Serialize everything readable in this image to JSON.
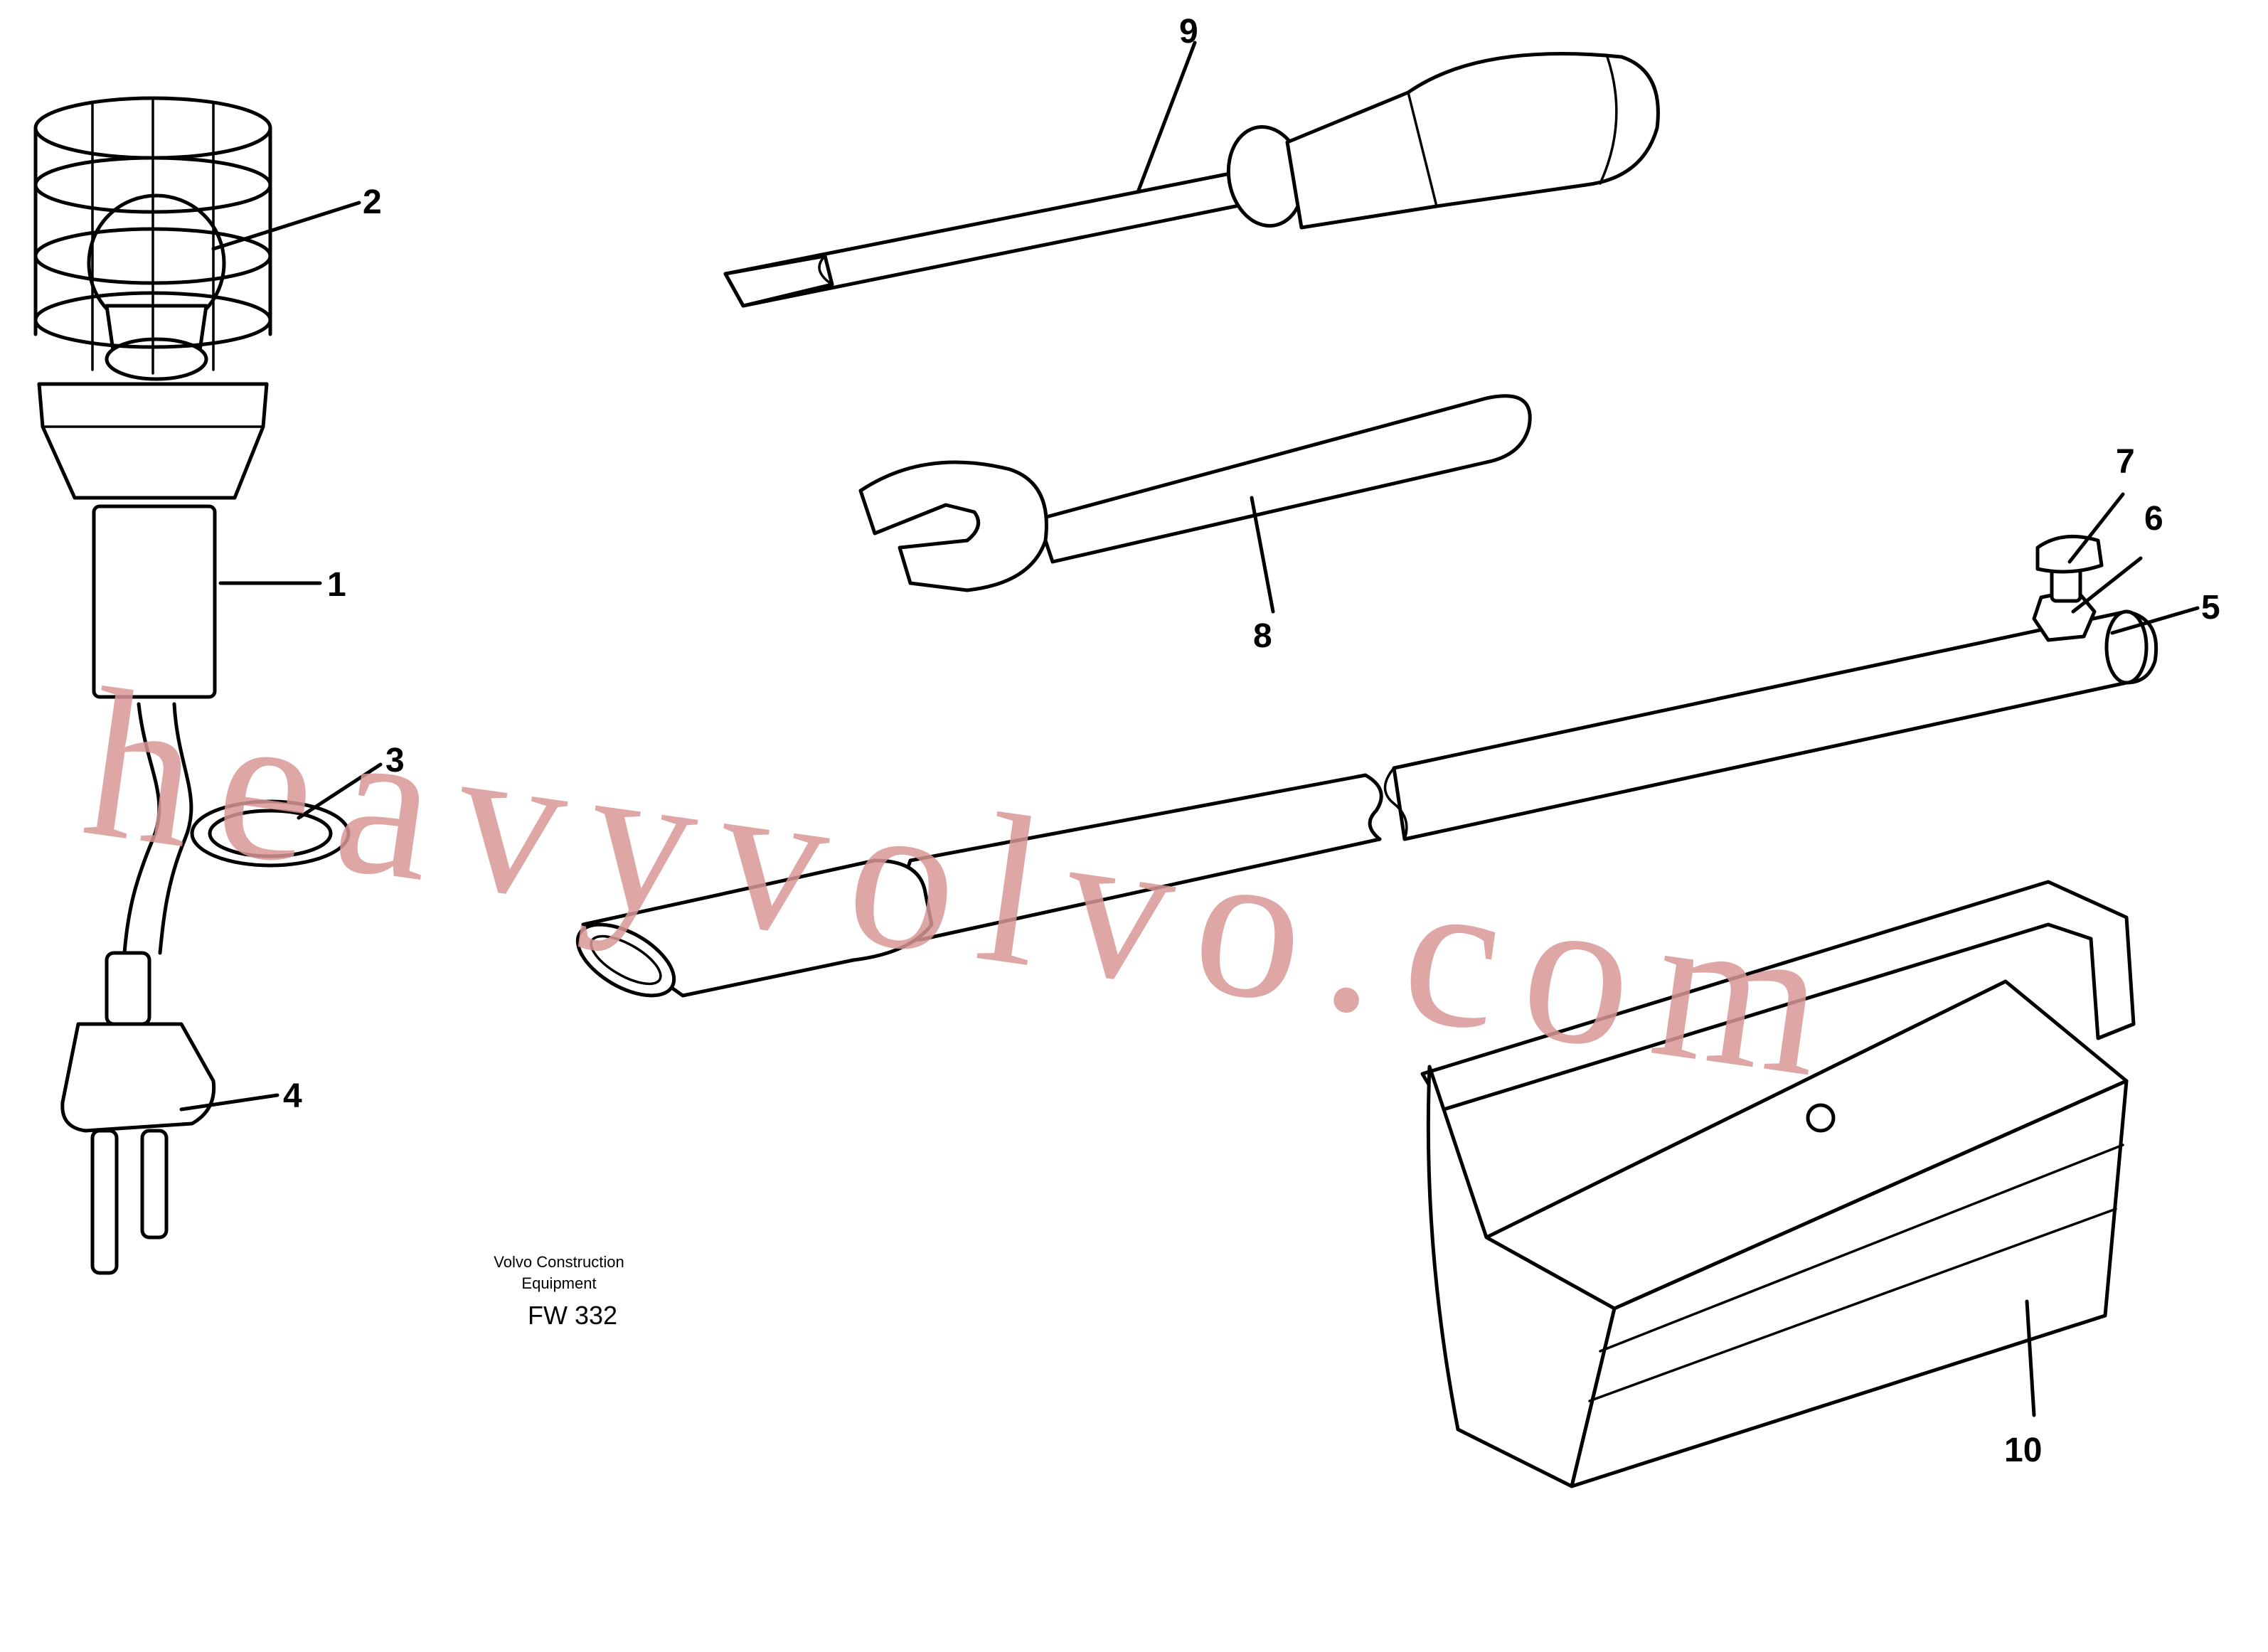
{
  "diagram": {
    "callouts": [
      {
        "id": "1",
        "label": "1",
        "part": "lamp-handle"
      },
      {
        "id": "2",
        "label": "2",
        "part": "lamp-bulb"
      },
      {
        "id": "3",
        "label": "3",
        "part": "cable-loop"
      },
      {
        "id": "4",
        "label": "4",
        "part": "plug"
      },
      {
        "id": "5",
        "label": "5",
        "part": "lever-bar"
      },
      {
        "id": "6",
        "label": "6",
        "part": "nut"
      },
      {
        "id": "7",
        "label": "7",
        "part": "bolt"
      },
      {
        "id": "8",
        "label": "8",
        "part": "wrench"
      },
      {
        "id": "9",
        "label": "9",
        "part": "screwdriver"
      },
      {
        "id": "10",
        "label": "10",
        "part": "toolbox"
      }
    ],
    "caption_line1": "Volvo Construction",
    "caption_line2": "Equipment",
    "drawing_code": "FW 332",
    "watermark": "heavyvolvo.com",
    "watermark_color": "#d99797"
  }
}
